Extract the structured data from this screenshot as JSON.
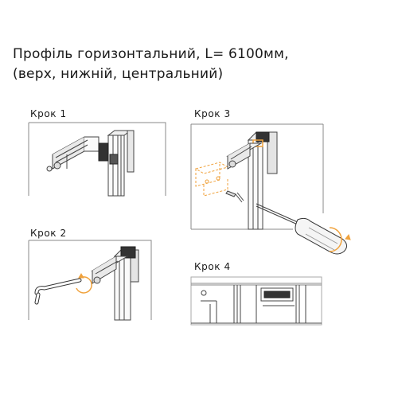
{
  "title": {
    "line1": "Профіль горизонтальний, L= 6100мм,",
    "line2": " (верх, нижній, центральний)"
  },
  "steps": [
    {
      "label": "Крок 1"
    },
    {
      "label": "Крок 2"
    },
    {
      "label": "Крок 3"
    },
    {
      "label": "Крок 4"
    }
  ],
  "colors": {
    "line": "#333333",
    "accent": "#f0a23c",
    "frame": "#7a7a7a"
  }
}
